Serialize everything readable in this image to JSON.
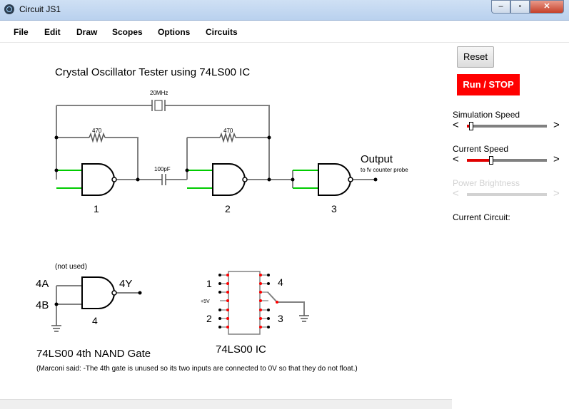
{
  "window": {
    "title": "Circuit JS1",
    "buttons": {
      "minimize": "‒",
      "maximize": "▫",
      "close": "✕"
    }
  },
  "menu": {
    "items": [
      "File",
      "Edit",
      "Draw",
      "Scopes",
      "Options",
      "Circuits"
    ]
  },
  "sidebar": {
    "reset_label": "Reset",
    "run_stop_label": "Run / STOP",
    "simulation_speed_label": "Simulation Speed",
    "simulation_speed_value": 0.05,
    "current_speed_label": "Current Speed",
    "current_speed_value": 0.3,
    "power_brightness_label": "Power Brightness",
    "current_circuit_label": "Current Circuit:",
    "arrow_left": "<",
    "arrow_right": ">"
  },
  "circuit": {
    "title": "Crystal Oscillator Tester using 74LS00 IC",
    "crystal_label": "20MHz",
    "resistor1_label": "470",
    "resistor2_label": "470",
    "capacitor_label": "100pF",
    "output_label": "Output",
    "output_note": "to fv counter probe",
    "gate1_label": "1",
    "gate2_label": "2",
    "gate3_label": "3",
    "not_used_label": "(not used)",
    "gate4_in_a": "4A",
    "gate4_in_b": "4B",
    "gate4_out": "4Y",
    "gate4_label": "4",
    "ic_pin_label_1": "1",
    "ic_pin_label_2": "2",
    "ic_pin_label_3": "3",
    "ic_pin_label_4": "4",
    "ic_vcc_label": "+5V",
    "ic_name": "74LS00 IC",
    "gate4_caption": "74LS00 4th NAND Gate",
    "note": "(Marconi said: -The 4th gate is unused so its two inputs are connected to 0V so that they do not float.)"
  },
  "colors": {
    "wire": "#808080",
    "active": "#00cc00",
    "pin_dot": "#ff0000",
    "run_button": "#ff0000"
  }
}
